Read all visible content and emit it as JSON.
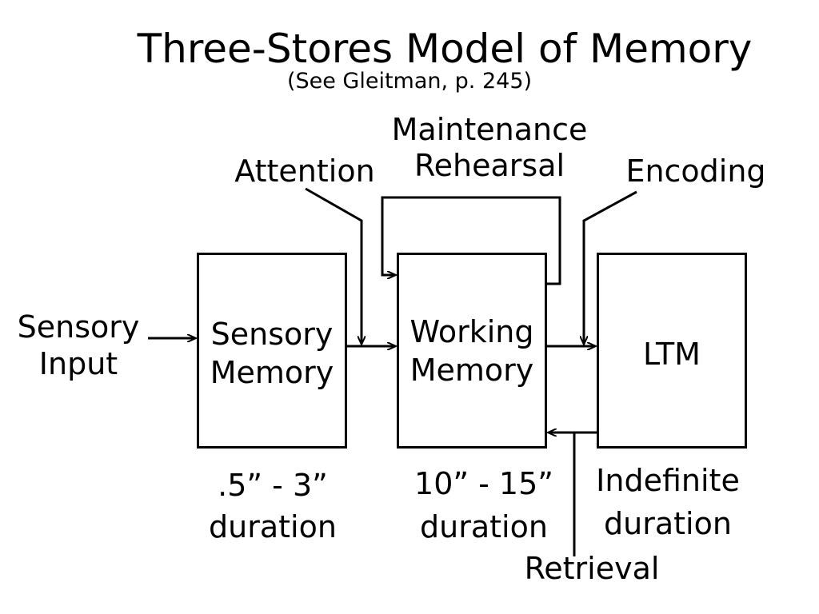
{
  "title": "Three-Stores Model of Memory",
  "subtitle": "(See Gleitman, p. 245)",
  "labels": {
    "maintenance_rehearsal_line1": "Maintenance",
    "maintenance_rehearsal_line2": "Rehearsal",
    "attention": "Attention",
    "encoding": "Encoding",
    "sensory_input_line1": "Sensory",
    "sensory_input_line2": "Input",
    "retrieval": "Retrieval"
  },
  "boxes": {
    "sensory_memory_line1": "Sensory",
    "sensory_memory_line2": "Memory",
    "working_memory_line1": "Working",
    "working_memory_line2": "Memory",
    "ltm": "LTM"
  },
  "durations": {
    "sensory_line1": ".5” - 3”",
    "sensory_line2": "duration",
    "working_line1": "10” - 15”",
    "working_line2": "duration",
    "ltm_line1": "Indefinite",
    "ltm_line2": "duration"
  }
}
